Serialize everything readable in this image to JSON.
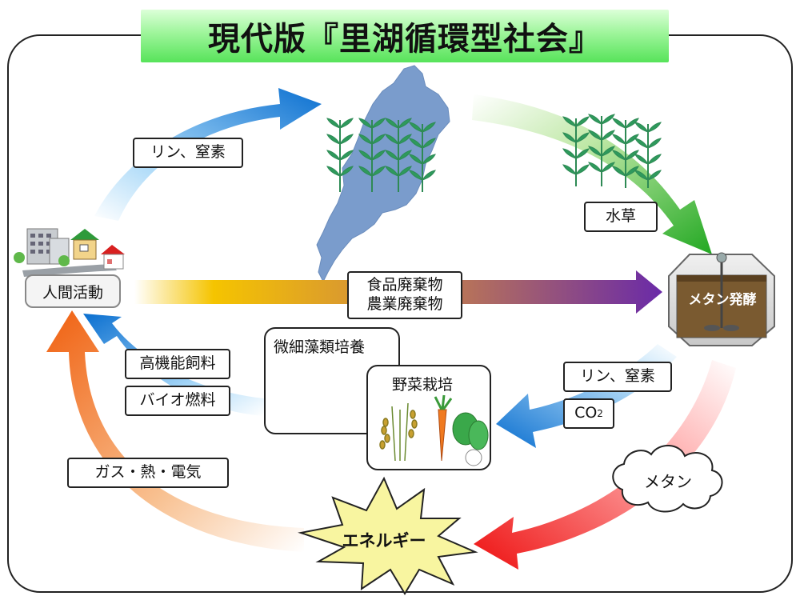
{
  "title": "現代版『里湖循環型社会』",
  "nodes": {
    "human": "人間活動",
    "tank": "メタン発酵",
    "algae": "微細藻類培養",
    "veg": "野菜栽培",
    "energy": "エネルギー",
    "methane": "メタン"
  },
  "labels": {
    "phosphorus_nitrogen_top": "リン、窒素",
    "water_plants": "水草",
    "waste_line1": "食品廃棄物",
    "waste_line2": "農業廃棄物",
    "phosphorus_nitrogen_right": "リン、窒素",
    "co2_main": "CO",
    "co2_sub": "2",
    "feed": "高機能飼料",
    "biofuel": "バイオ燃料",
    "gas_heat_power": "ガス・熱・電気"
  },
  "colors": {
    "title_green": "#57e35a",
    "lake_blue": "#7a9ccc",
    "arrow_blue": "#1a7fd6",
    "arrow_green": "#3fb83f",
    "arrow_red": "#ee2222",
    "arrow_orange": "#f06a10",
    "arrow_purple": "#7a2a9a",
    "arrow_gold": "#f5b800"
  }
}
